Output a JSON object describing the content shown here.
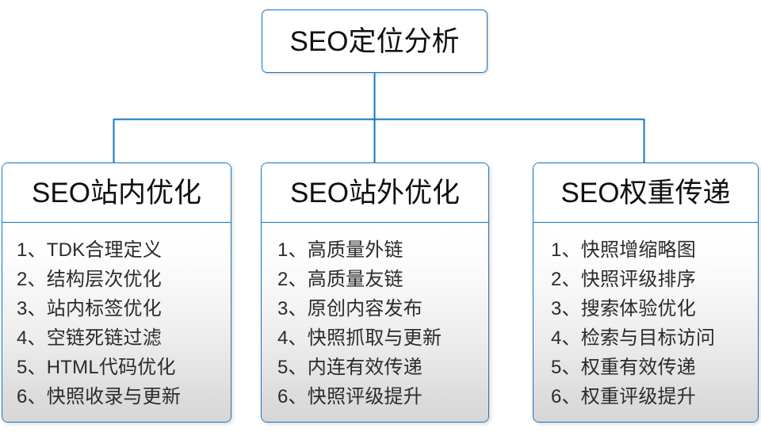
{
  "diagram": {
    "type": "org-tree",
    "accent_color": "#1675c0",
    "text_color": "#101010",
    "body_text_color": "#2b2b2b",
    "background_color": "#ffffff",
    "root": {
      "title": "SEO定位分析"
    },
    "branches": [
      {
        "title": "SEO站内优化",
        "items": [
          "1、TDK合理定义",
          "2、结构层次优化",
          "3、站内标签优化",
          "4、空链死链过滤",
          "5、HTML代码优化",
          "6、快照收录与更新"
        ]
      },
      {
        "title": "SEO站外优化",
        "items": [
          "1、高质量外链",
          "2、高质量友链",
          "3、原创内容发布",
          "4、快照抓取与更新",
          "5、内连有效传递",
          "6、快照评级提升"
        ]
      },
      {
        "title": "SEO权重传递",
        "items": [
          "1、快照增缩略图",
          "2、快照评级排序",
          "3、搜索体验优化",
          "4、检索与目标访问",
          "5、权重有效传递",
          "6、权重评级提升"
        ]
      }
    ]
  }
}
